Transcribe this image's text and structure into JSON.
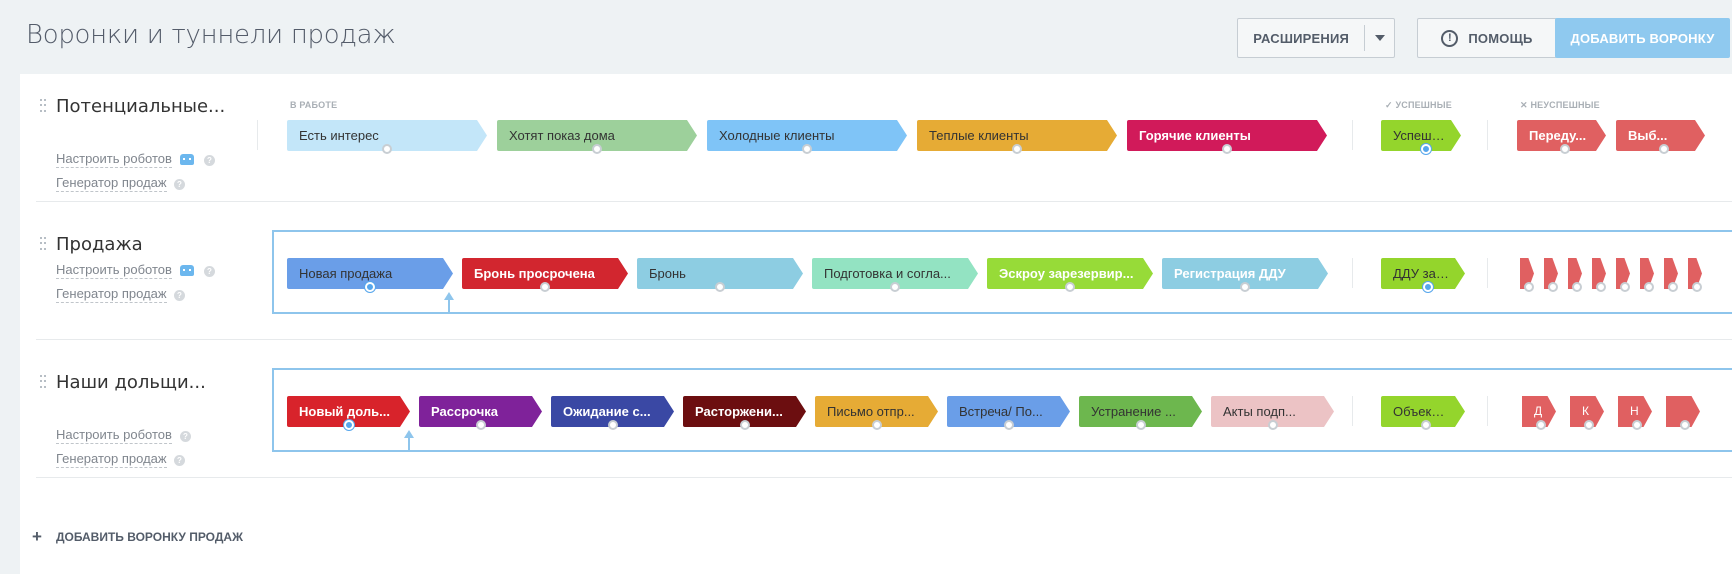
{
  "header": {
    "title": "Воронки и туннели продаж",
    "extensions_label": "РАСШИРЕНИЯ",
    "help_label": "ПОМОЩЬ",
    "add_funnel_label": "ДОБАВИТЬ ВОРОНКУ"
  },
  "section_labels": {
    "in_work": "В РАБОТЕ",
    "success": "✓ УСПЕШНЫЕ",
    "failed": "✕ НЕУСПЕШНЫЕ"
  },
  "funnels": [
    {
      "name": "Потенциальные...",
      "robots_label": "Настроить роботов",
      "generator_label": "Генератор продаж",
      "stages": [
        {
          "label": "Есть интерес",
          "color": "#c3e6f9",
          "text_color": "#333333"
        },
        {
          "label": "Хотят показ дома",
          "color": "#9dd09b",
          "text_color": "#333333"
        },
        {
          "label": "Холодные клиенты",
          "color": "#7fc4f7",
          "text_color": "#333333"
        },
        {
          "label": "Теплые клиенты",
          "color": "#e6ab35",
          "text_color": "#333333"
        },
        {
          "label": "Горячие клиенты",
          "color": "#d11a5a",
          "text_color": "#ffffff"
        }
      ],
      "success": {
        "label": "Успешно",
        "color": "#94d52c"
      },
      "failed": [
        {
          "label": "Переду...",
          "color": "#e06061"
        },
        {
          "label": "Выб...",
          "color": "#e06061"
        }
      ]
    },
    {
      "name": "Продажа",
      "robots_label": "Настроить роботов",
      "generator_label": "Генератор продаж",
      "stages": [
        {
          "label": "Новая продажа",
          "color": "#6a9ee8",
          "text_color": "#333333"
        },
        {
          "label": "Бронь просрочена",
          "color": "#d2262f",
          "text_color": "#ffffff"
        },
        {
          "label": "Бронь",
          "color": "#8dcde2",
          "text_color": "#333333"
        },
        {
          "label": "Подготовка и согла...",
          "color": "#93e3c2",
          "text_color": "#333333"
        },
        {
          "label": "Эскроу зарезервир...",
          "color": "#97db38",
          "text_color": "#ffffff"
        },
        {
          "label": "Регистрация ДДУ",
          "color": "#8dcde2",
          "text_color": "#ffffff"
        }
      ],
      "success": {
        "label": "ДДУ зар...",
        "color": "#94d52c"
      },
      "failed_count": 8
    },
    {
      "name": "Наши дольщи...",
      "robots_label": "Настроить роботов",
      "generator_label": "Генератор продаж",
      "stages": [
        {
          "label": "Новый доль...",
          "color": "#d8232b",
          "text_color": "#ffffff"
        },
        {
          "label": "Рассрочка",
          "color": "#7f229a",
          "text_color": "#ffffff"
        },
        {
          "label": "Ожидание с...",
          "color": "#3a48a4",
          "text_color": "#ffffff"
        },
        {
          "label": "Расторжени...",
          "color": "#6c0e10",
          "text_color": "#ffffff"
        },
        {
          "label": "Письмо отпр...",
          "color": "#e6ab35",
          "text_color": "#333333"
        },
        {
          "label": "Встреча/ По...",
          "color": "#6a9ee8",
          "text_color": "#333333"
        },
        {
          "label": "Устранение ...",
          "color": "#6db74e",
          "text_color": "#333333"
        },
        {
          "label": "Акты подп...",
          "color": "#ecc3c5",
          "text_color": "#333333"
        }
      ],
      "success": {
        "label": "Объект ...",
        "color": "#94d52c"
      },
      "failed": [
        {
          "label": "Д",
          "color": "#e06061"
        },
        {
          "label": "К",
          "color": "#e06061"
        },
        {
          "label": "Н",
          "color": "#e06061"
        },
        {
          "label": "",
          "color": "#e06061"
        }
      ]
    }
  ],
  "footer": {
    "add_funnel_label": "ДОБАВИТЬ ВОРОНКУ ПРОДАЖ"
  }
}
